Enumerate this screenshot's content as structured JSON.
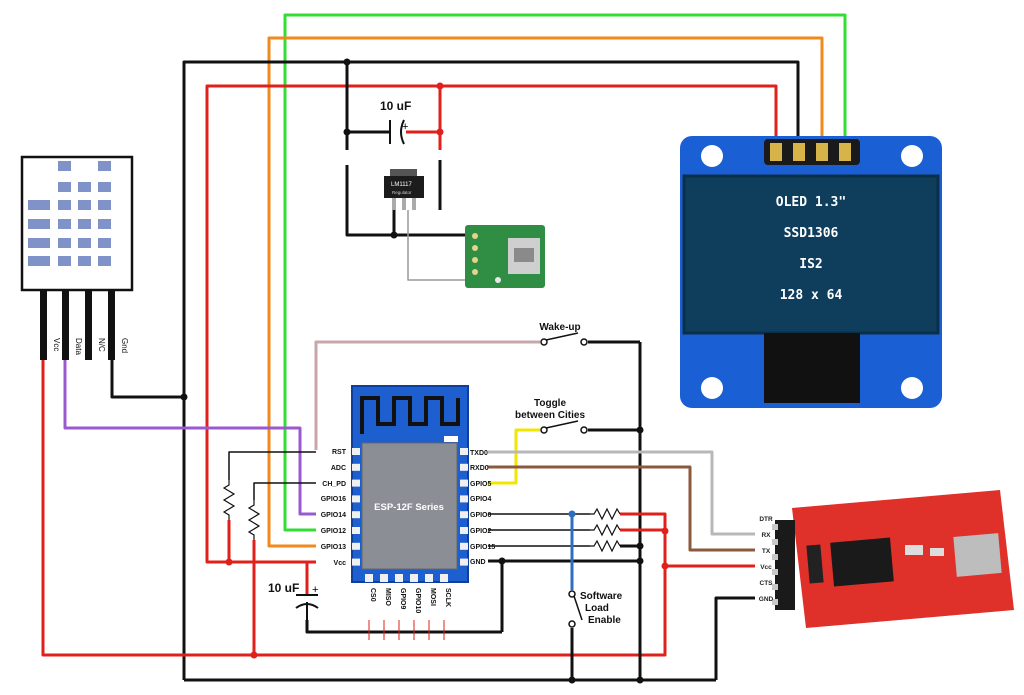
{
  "capacitor_top": {
    "label": "10 uF",
    "polarity": "+"
  },
  "capacitor_bottom": {
    "label": "10 uF",
    "polarity": "+"
  },
  "regulator": {
    "label": "LM1117",
    "sublabel": "Regulator"
  },
  "sensor": {
    "pins": [
      "Vcc",
      "Data",
      "N/C",
      "Gnd"
    ]
  },
  "oled": {
    "lines": [
      "OLED 1.3\"",
      "SSD1306",
      "IS2",
      "128 x 64"
    ]
  },
  "esp": {
    "title": "ESP-12F Series",
    "left_pins": [
      "RST",
      "ADC",
      "CH_PD",
      "GPIO16",
      "GPIO14",
      "GPIO12",
      "GPIO13",
      "Vcc"
    ],
    "right_pins": [
      "TXD0",
      "RXD0",
      "GPIO5",
      "GPIO4",
      "GPIO0",
      "GPIO2",
      "GPIO15",
      "GND"
    ],
    "bottom_pins": [
      "CS0",
      "MISO",
      "GPIO9",
      "GPIO10",
      "MOSI",
      "SCLK"
    ]
  },
  "switches": {
    "wakeup": "Wake-up",
    "toggle_line1": "Toggle",
    "toggle_line2": "between Cities",
    "soft_line1": "Software",
    "soft_line2": "Load",
    "soft_line3": "Enable"
  },
  "ftdi": {
    "pins": [
      "DTR",
      "RX",
      "TX",
      "Vcc",
      "CTS",
      "GND"
    ]
  },
  "colors": {
    "red": "#e0211b",
    "black": "#111111",
    "green": "#33dd33",
    "orange": "#f08a1c",
    "purple": "#9b59d0",
    "pink": "#c9a6aa",
    "gray": "#b8b8b8",
    "brown": "#8b5a3c",
    "yellow": "#f2e600",
    "blue": "#2c6fbf",
    "esp_blue": "#1e5fd0",
    "oled_board": "#1b5fd4",
    "oled_screen": "#0f3d5c",
    "ftdi_red": "#e0302a",
    "sensor_blue": "#7f93c9"
  }
}
